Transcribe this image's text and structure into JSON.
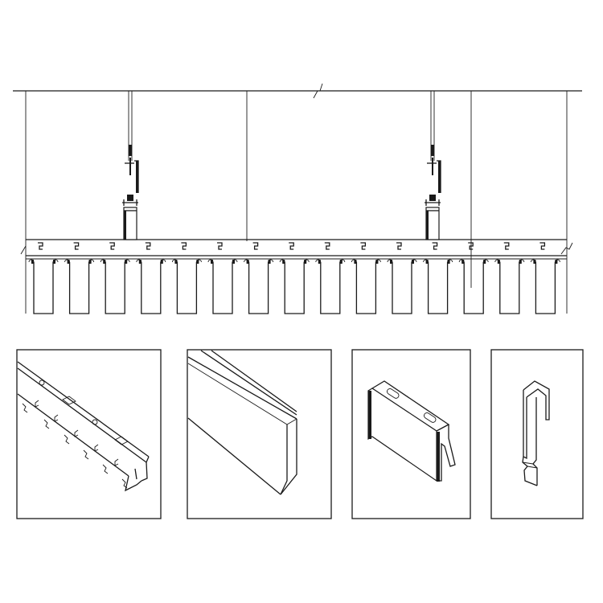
{
  "diagram": {
    "elevation": {
      "panel_count": 15,
      "hanger_count": 2,
      "clip_count": 15
    },
    "details": [
      {
        "name": "carrier-channel-detail"
      },
      {
        "name": "u-baffle-panel-detail"
      },
      {
        "name": "baffle-clip-detail"
      },
      {
        "name": "hanger-bracket-detail"
      }
    ],
    "colors": {
      "line": "#1a1a1a",
      "background": "#ffffff"
    }
  }
}
